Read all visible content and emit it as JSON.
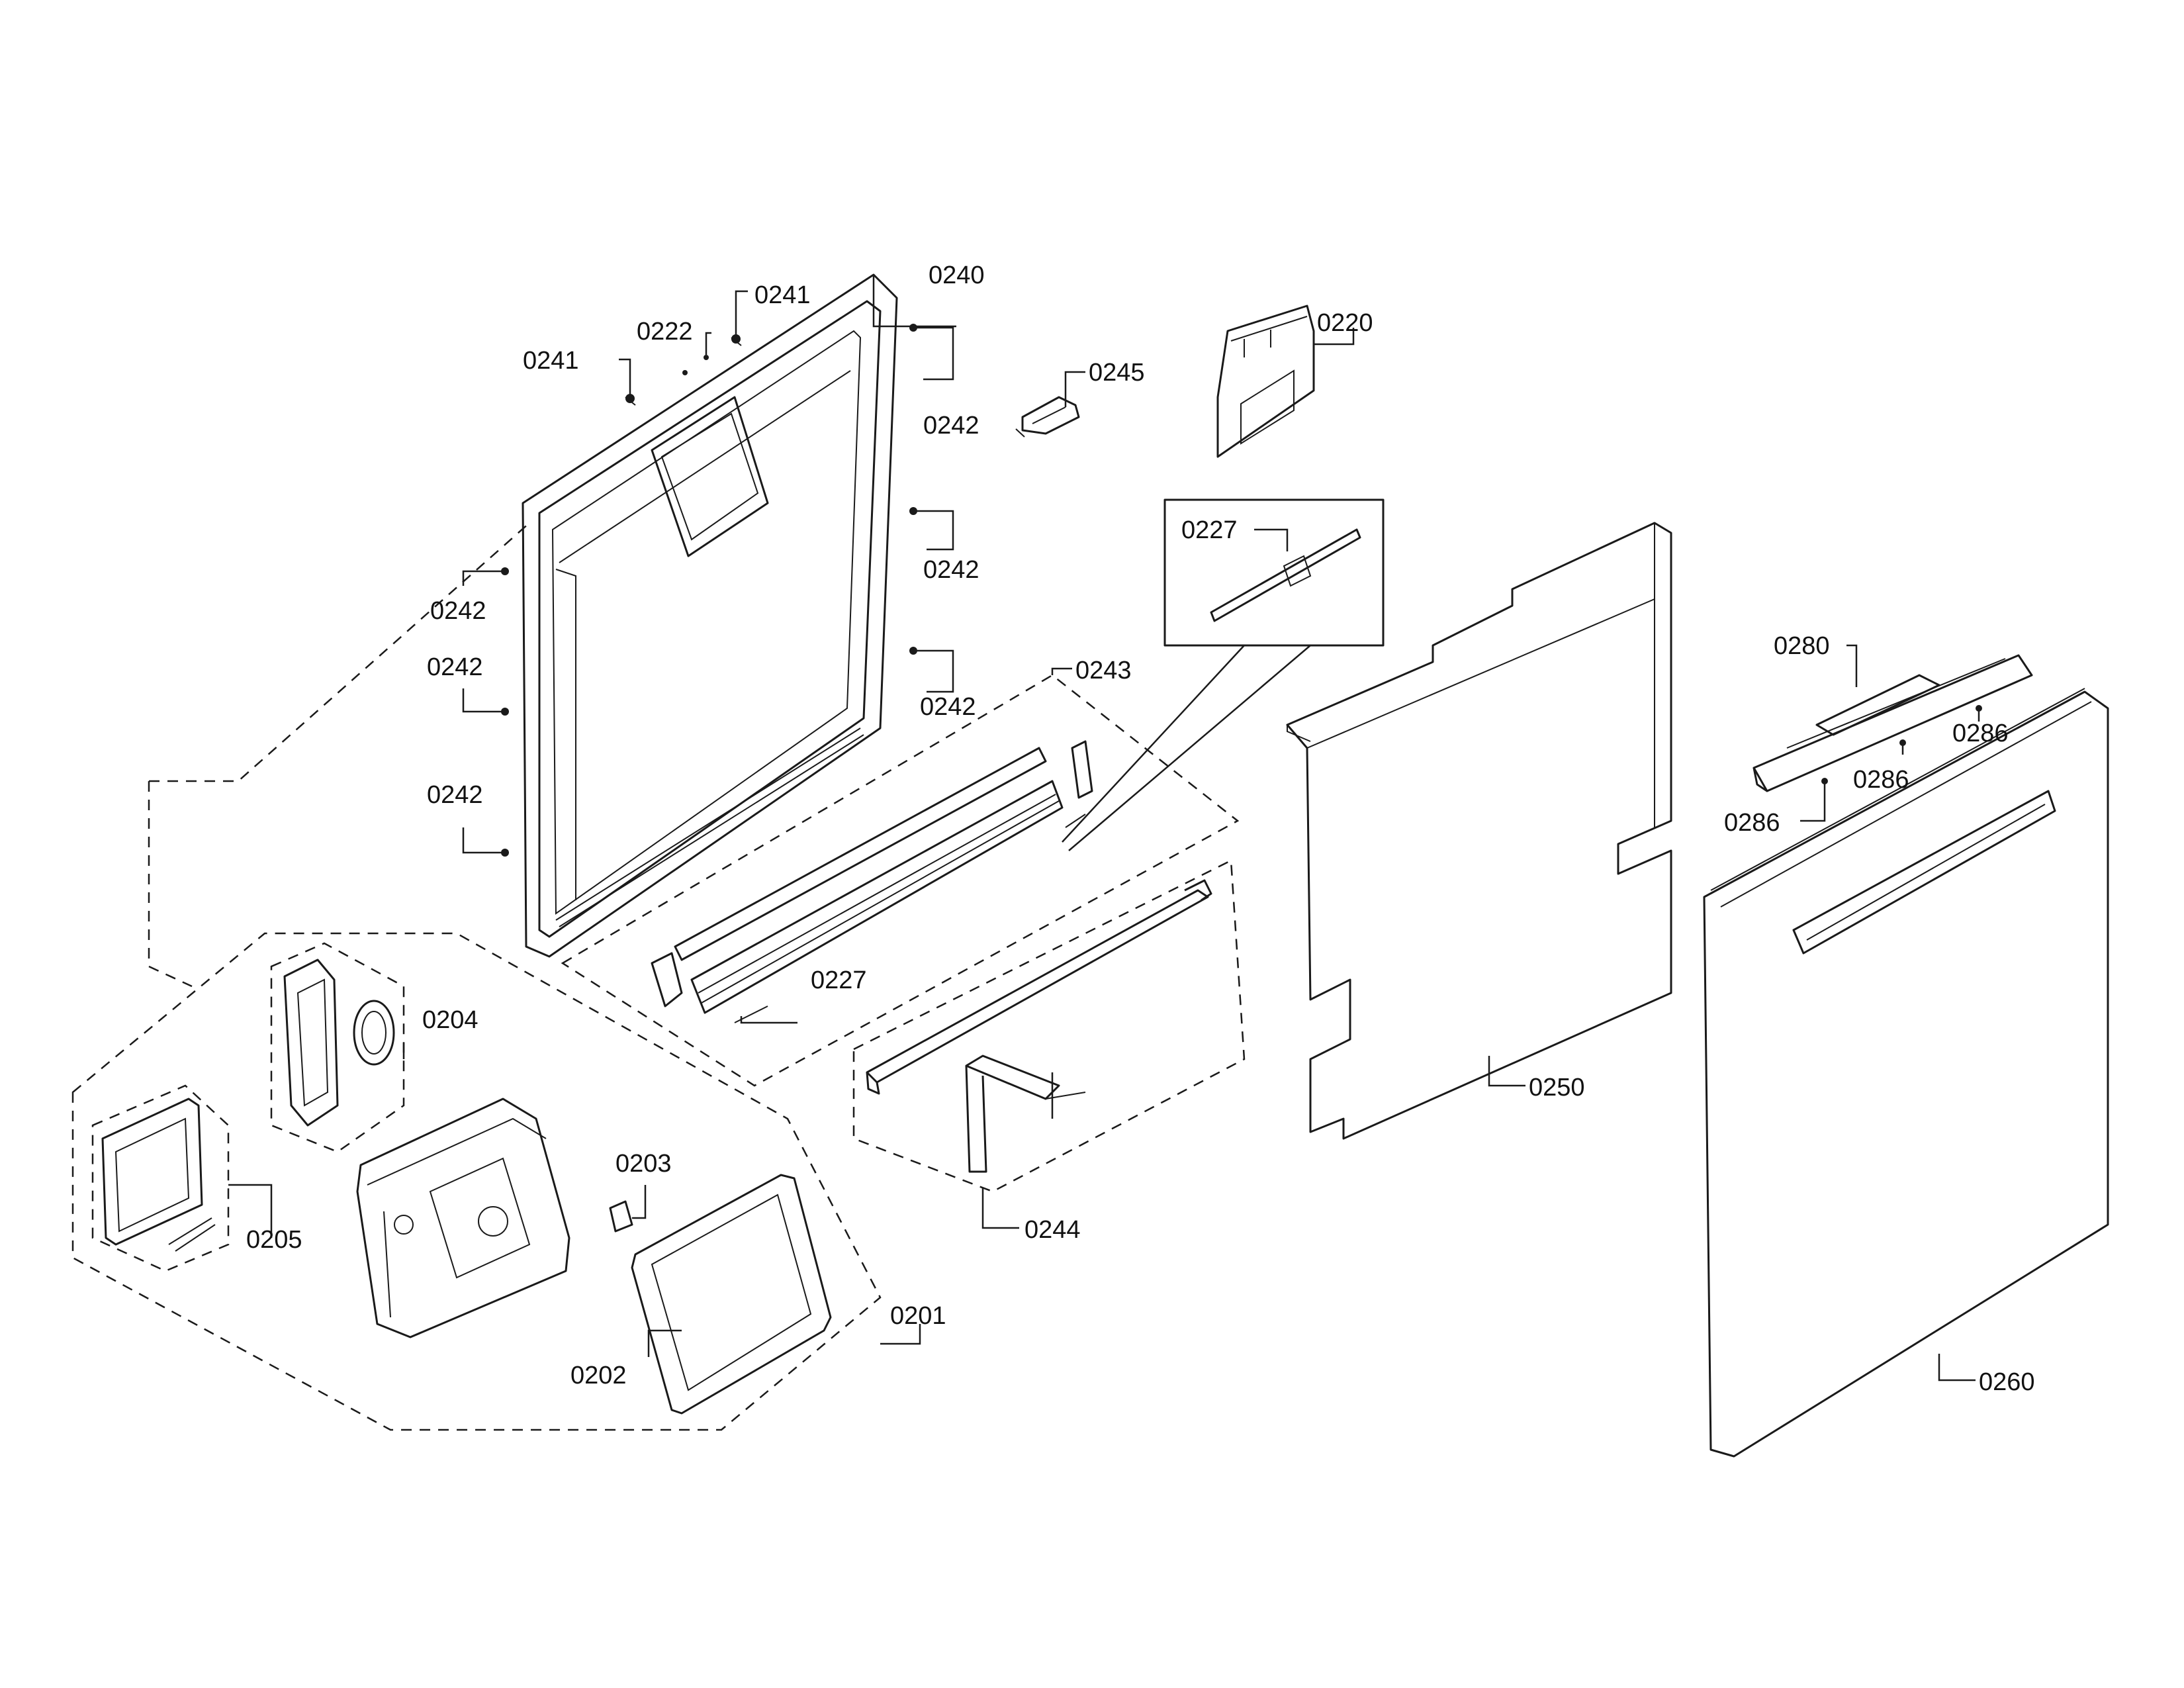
{
  "labels": {
    "p0201": "0201",
    "p0202": "0202",
    "p0203": "0203",
    "p0204": "0204",
    "p0205": "0205",
    "p0220": "0220",
    "p0222": "0222",
    "p0227_top": "0227",
    "p0227_bottom": "0227",
    "p0240": "0240",
    "p0241_left": "0241",
    "p0241_right": "0241",
    "p0242_l1": "0242",
    "p0242_l2": "0242",
    "p0242_l3": "0242",
    "p0242_r1": "0242",
    "p0242_r2": "0242",
    "p0242_r3": "0242",
    "p0243": "0243",
    "p0244": "0244",
    "p0245": "0245",
    "p0250": "0250",
    "p0260": "0260",
    "p0280": "0280",
    "p0286_a": "0286",
    "p0286_b": "0286",
    "p0286_c": "0286"
  }
}
